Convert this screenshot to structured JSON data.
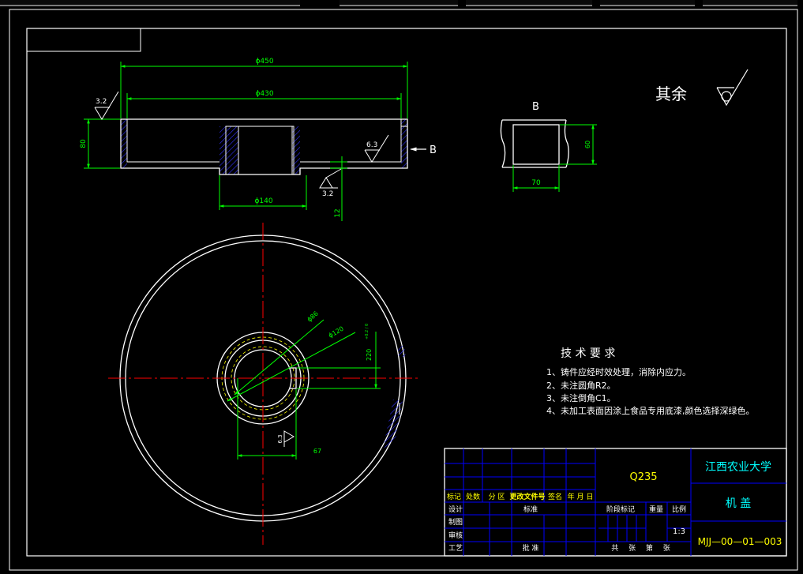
{
  "drawing": {
    "surface_note": "其余",
    "roughness": {
      "top_left": "3.2",
      "right_face": "6.3",
      "bore_face": "3.2",
      "keyway": "6.3"
    },
    "dimensions": {
      "d450": "ϕ450",
      "d430": "ϕ430",
      "d140": "ϕ140",
      "h80": "80",
      "h12": "12",
      "d86": "ϕ86",
      "d120": "ϕ120",
      "key_depth": "220",
      "key_tol": "+0.2 / 0",
      "w67": "67",
      "detail_width": "70",
      "detail_height": "60"
    },
    "view_labels": {
      "arrow_b": "B",
      "detail_b": "B"
    },
    "colors": {
      "outline": "#ffffff",
      "dimension": "#00ff00",
      "centerline": "#ff0000",
      "hatch": "#3232ff",
      "title_yellow": "#ffff00",
      "title_cyan": "#00ffff",
      "title_border": "#0000ff"
    }
  },
  "tech": {
    "title": "技 术 要 求",
    "lines": [
      "1、铸件应经时效处理，消除内应力。",
      "2、未注圆角R2。",
      "3、未注倒角C1。",
      "4、未加工表面因涂上食品专用底漆,颜色选择深绿色。"
    ]
  },
  "title_block": {
    "material": "Q235",
    "school": "江西农业大学",
    "part_name": "机 盖",
    "drawing_no": "MJJ—00—01—003",
    "scale": "1:3",
    "change_headers": [
      "标记",
      "处数",
      "分 区",
      "更改文件号",
      "签名",
      "年 月 日"
    ],
    "roles": [
      "设计",
      "制图",
      "审核",
      "工艺"
    ],
    "standard": "标准",
    "approve": "批 准",
    "stage": "阶段标记",
    "weight": "重量",
    "ratio": "比例",
    "sheets": "共 张 第 张"
  }
}
